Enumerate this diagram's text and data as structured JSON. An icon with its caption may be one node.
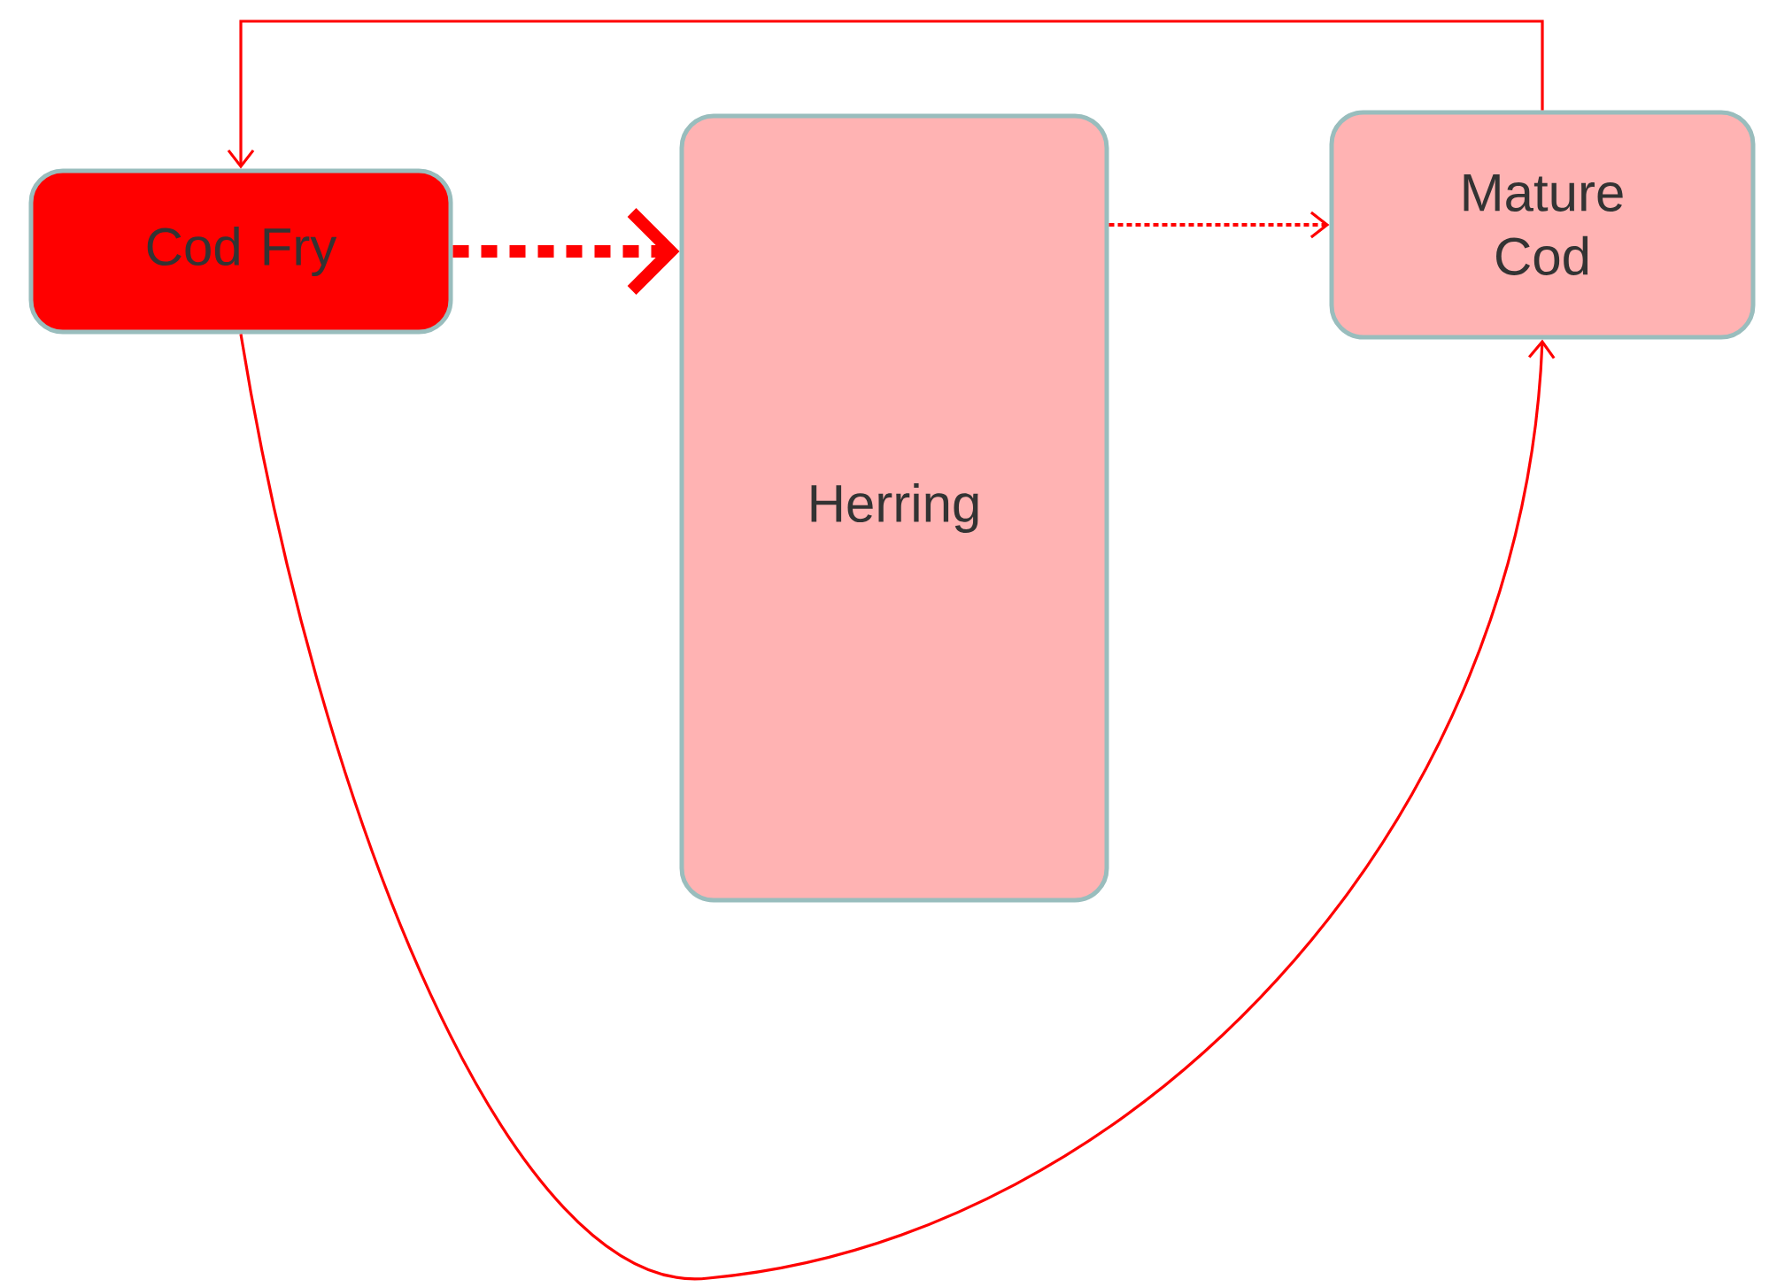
{
  "diagram": {
    "nodes": [
      {
        "text": [
          "Cod Fry"
        ]
      },
      {
        "text": [
          "Herring"
        ]
      },
      {
        "text": [
          "Mature Cod"
        ]
      }
    ],
    "edges": [
      {
        "from": 0,
        "to": 1,
        "arrow": "to",
        "style": "dashed"
      },
      {
        "from": 1,
        "to": 2,
        "arrow": "to",
        "style": "dashed"
      },
      {
        "from": 2,
        "to": 0,
        "arrow": "to"
      },
      {
        "from": 0,
        "to": 2,
        "arrow": "to"
      }
    ]
  }
}
